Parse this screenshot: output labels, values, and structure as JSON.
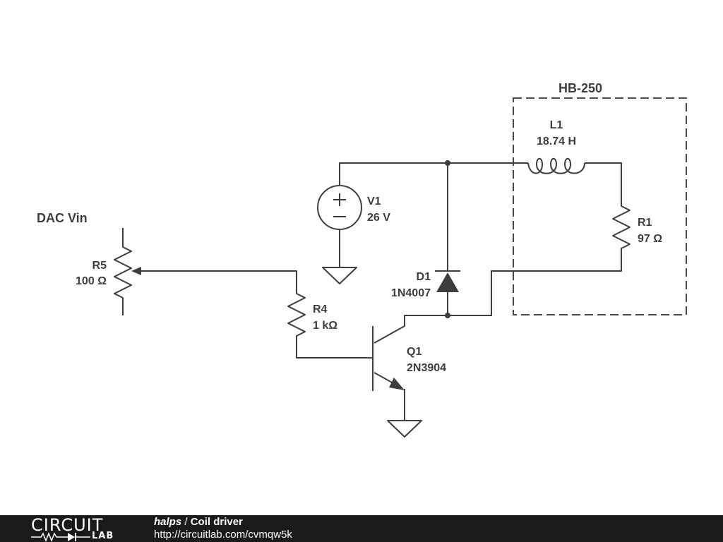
{
  "schematic": {
    "module_label": "HB-250",
    "input_label": "DAC Vin",
    "components": {
      "R5": {
        "ref": "R5",
        "value": "100 Ω"
      },
      "R4": {
        "ref": "R4",
        "value": "1 kΩ"
      },
      "V1": {
        "ref": "V1",
        "value": "26 V"
      },
      "D1": {
        "ref": "D1",
        "value": "1N4007"
      },
      "Q1": {
        "ref": "Q1",
        "value": "2N3904"
      },
      "L1": {
        "ref": "L1",
        "value": "18.74 H"
      },
      "R1": {
        "ref": "R1",
        "value": "97 Ω"
      }
    },
    "wire_color": "#3d3d3d"
  },
  "footer": {
    "logo_top": "CIRCUIT",
    "logo_bottom": "LAB",
    "user": "halps",
    "separator": " / ",
    "title": "Coil driver",
    "url": "http://circuitlab.com/cvmqw5k",
    "background": "#1a1a1a"
  }
}
